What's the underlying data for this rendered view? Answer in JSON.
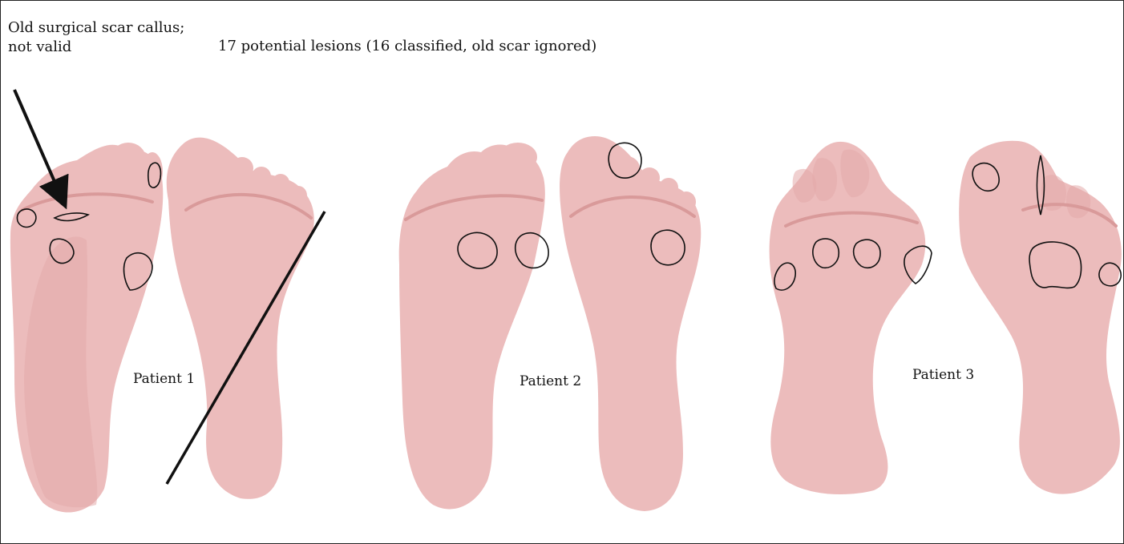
{
  "annotations": {
    "scar_note_line1": "Old surgical scar callus;",
    "scar_note_line2": "not valid",
    "summary": "17 potential lesions (16 classified, old scar ignored)"
  },
  "patients": [
    {
      "label": "Patient 1",
      "excluded_foot": "right"
    },
    {
      "label": "Patient 2"
    },
    {
      "label": "Patient 3"
    }
  ],
  "colors": {
    "foot_fill": "#ecbcbc",
    "foot_shade": "#e3aaaa",
    "lesion_outline": "#111111",
    "frame": "#222222"
  }
}
